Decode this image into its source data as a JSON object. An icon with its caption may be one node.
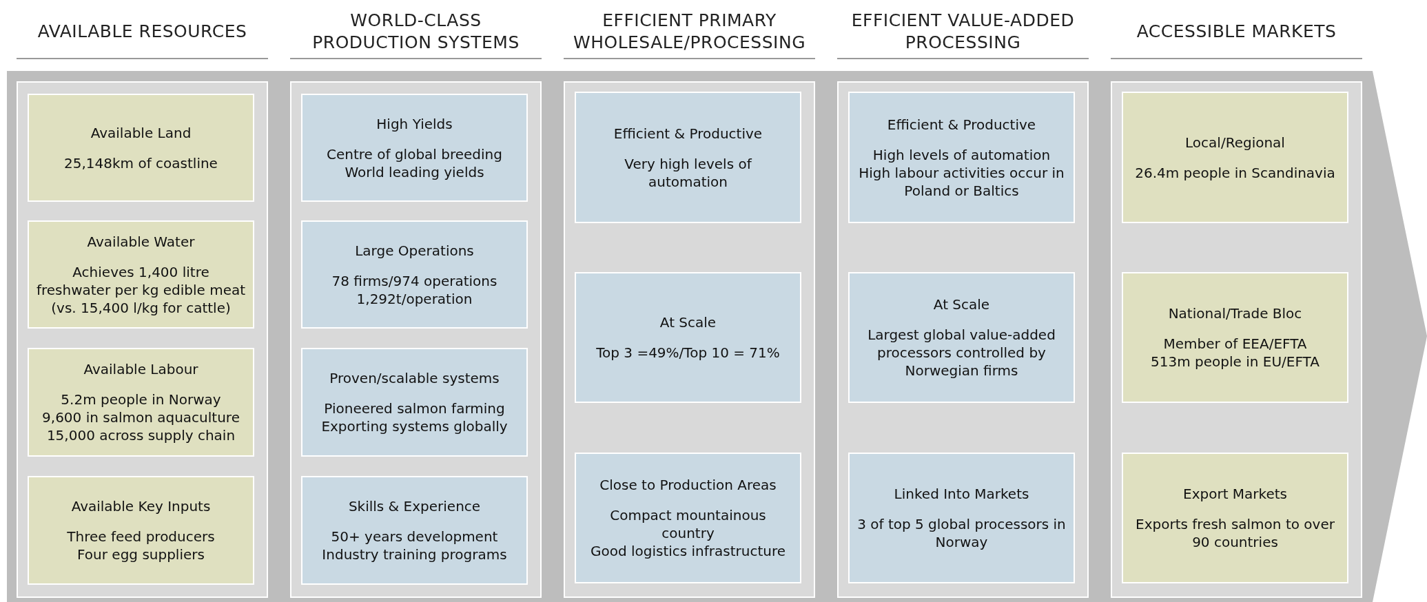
{
  "diagram": {
    "nodes": [
      {
        "text": [
          "AVAILABLE RESOURCES"
        ]
      },
      {
        "text": [
          "Available Land",
          "25,148km of coastline"
        ],
        "in": 0
      },
      {
        "text": [
          "Available Water",
          "Achieves 1,400 litre freshwater per kg edible meat (vs. 15,400 l/kg for cattle)"
        ],
        "in": 0
      },
      {
        "text": [
          "Available Labour",
          "5.2m people in Norway",
          "9,600 in salmon aquaculture",
          "15,000 across supply chain"
        ],
        "in": 0
      },
      {
        "text": [
          "Available Key Inputs",
          "Three feed producers",
          "Four egg suppliers"
        ],
        "in": 0
      },
      {
        "text": [
          "WORLD-CLASS PRODUCTION SYSTEMS"
        ]
      },
      {
        "text": [
          "High Yields",
          "Centre of global breeding",
          "World leading yields"
        ],
        "in": 5
      },
      {
        "text": [
          "Large Operations",
          "78 firms/974 operations",
          "1,292t/operation"
        ],
        "in": 5
      },
      {
        "text": [
          "Proven/scalable systems",
          "Pioneered salmon farming",
          "Exporting systems globally"
        ],
        "in": 5
      },
      {
        "text": [
          "Skills & Experience",
          "50+ years development",
          "Industry training programs"
        ],
        "in": 5
      },
      {
        "text": [
          "EFFICIENT PRIMARY WHOLESALE/PROCESSING"
        ]
      },
      {
        "text": [
          "Efficient & Productive",
          "Very high levels of automation"
        ],
        "in": 10
      },
      {
        "text": [
          "At Scale",
          "Top 3 =49%/Top 10 = 71%"
        ],
        "in": 10
      },
      {
        "text": [
          "Close to Production Areas",
          "Compact mountainous country",
          "Good logistics infrastructure"
        ],
        "in": 10
      },
      {
        "text": [
          "EFFICIENT VALUE-ADDED PROCESSING"
        ]
      },
      {
        "text": [
          "Efficient & Productive",
          "High levels of automation",
          "High labour activities occur in Poland or Baltics"
        ],
        "in": 14
      },
      {
        "text": [
          "At Scale",
          "Largest global value-added processors controlled by Norwegian firms"
        ],
        "in": 14
      },
      {
        "text": [
          "Linked Into Markets",
          "3 of top 5 global processors in Norway"
        ],
        "in": 14
      },
      {
        "text": [
          "ACCESSIBLE MARKETS"
        ]
      },
      {
        "text": [
          "Local/Regional",
          "26.4m people in Scandinavia"
        ],
        "in": 18
      },
      {
        "text": [
          "National/Trade Bloc",
          "Member of EEA/EFTA",
          "513m people in EU/EFTA"
        ],
        "in": 18
      },
      {
        "text": [
          "Export Markets",
          "Exports fresh salmon to over 90 countries"
        ],
        "in": 18
      }
    ],
    "edges": []
  }
}
